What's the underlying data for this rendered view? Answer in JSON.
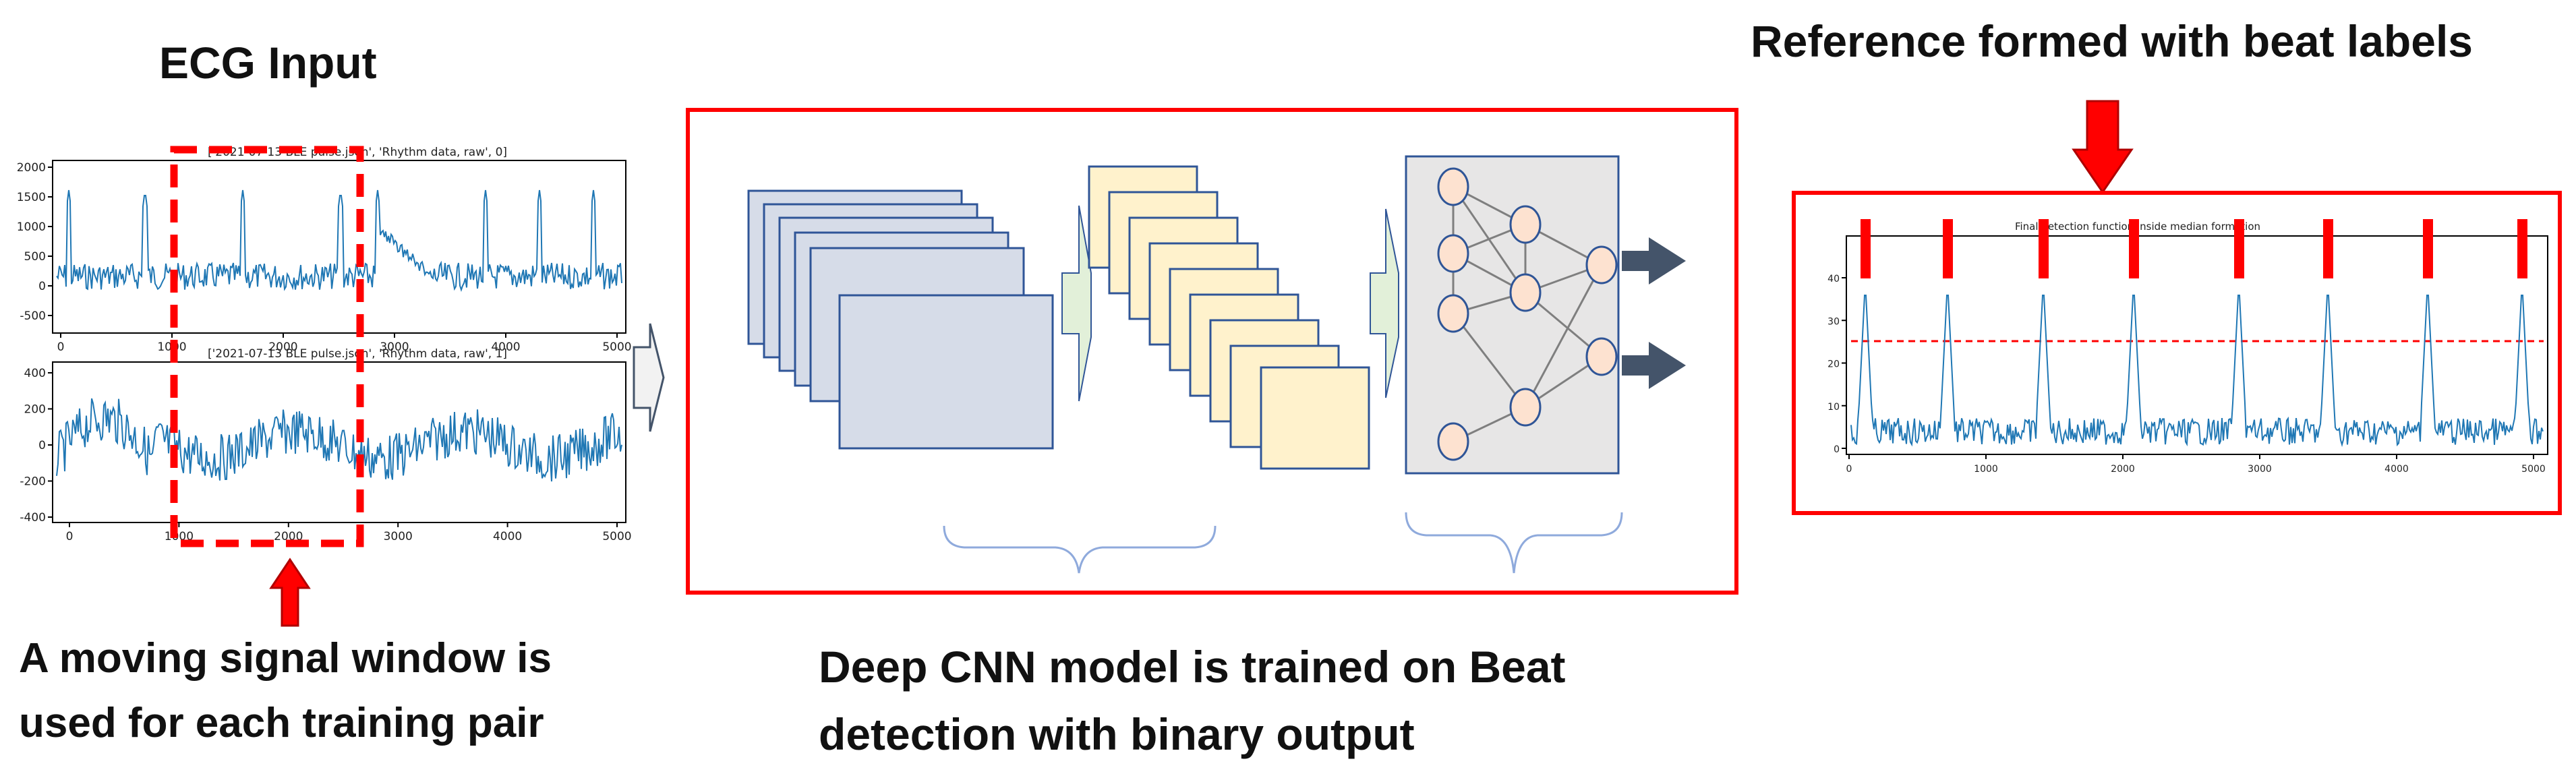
{
  "ecg_input": {
    "title": "ECG Input",
    "plot1": {
      "title": "['2021-07-13 BLE pulse.json', 'Rhythm data, raw', 0]",
      "yticks": [
        "2000",
        "1500",
        "1000",
        "500",
        "0",
        "-500"
      ],
      "xticks": [
        "0",
        "1000",
        "2000",
        "3000",
        "4000",
        "5000"
      ]
    },
    "plot2": {
      "title": "['2021-07-13 BLE pulse.json', 'Rhythm data, raw', 1]",
      "yticks": [
        "400",
        "200",
        "0",
        "-200",
        "-400"
      ],
      "xticks": [
        "0",
        "1000",
        "2000",
        "3000",
        "4000",
        "5000"
      ]
    },
    "caption_line1": "A moving signal window is",
    "caption_line2": "used for each training pair"
  },
  "cnn": {
    "caption_line1": "Deep CNN model is trained on Beat",
    "caption_line2": "detection with binary output"
  },
  "reference": {
    "title": "Reference formed with beat labels",
    "plot_title": "Final detection function inside median formation",
    "yticks": [
      "40",
      "30",
      "20",
      "10",
      "0"
    ],
    "xticks": [
      "0",
      "1000",
      "2000",
      "3000",
      "4000",
      "5000"
    ]
  },
  "colors": {
    "accent_red": "#ff0000",
    "signal_blue": "#1f77b4",
    "layer_blue": "#d6dce8",
    "layer_yellow": "#fff2cc",
    "neuron_fill": "#fde2d0",
    "arrow_dark": "#44546a"
  }
}
